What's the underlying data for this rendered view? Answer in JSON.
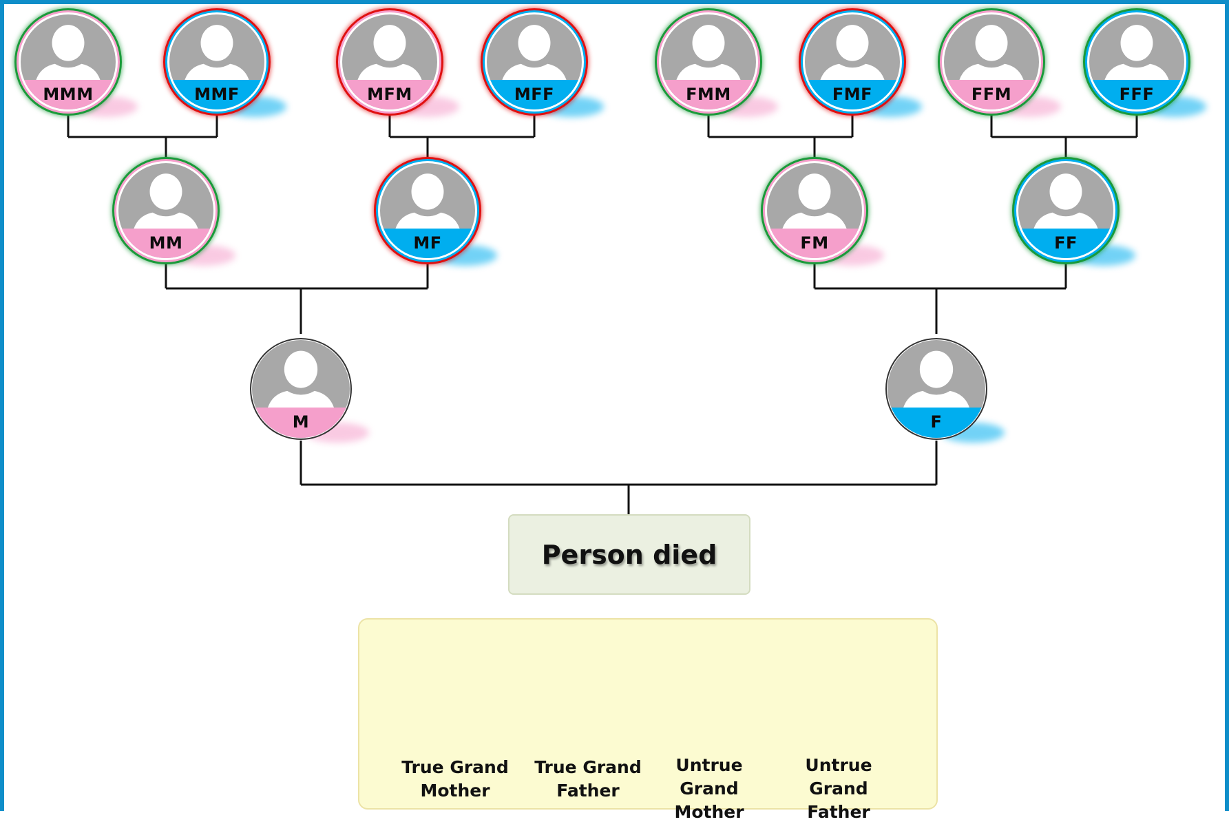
{
  "colors": {
    "frame": "#0f8ec9",
    "female_band": "#f59fcb",
    "male_band": "#00aeef",
    "true_ring": "#1a9a3a",
    "untrue_ring": "#e01010",
    "line": "#111111"
  },
  "tree": {
    "great_grandparents": [
      {
        "label": "MMM",
        "sex": "female",
        "status": "true"
      },
      {
        "label": "MMF",
        "sex": "male",
        "status": "untrue"
      },
      {
        "label": "MFM",
        "sex": "female",
        "status": "untrue"
      },
      {
        "label": "MFF",
        "sex": "male",
        "status": "untrue"
      },
      {
        "label": "FMM",
        "sex": "female",
        "status": "true"
      },
      {
        "label": "FMF",
        "sex": "male",
        "status": "untrue"
      },
      {
        "label": "FFM",
        "sex": "female",
        "status": "true"
      },
      {
        "label": "FFF",
        "sex": "male",
        "status": "true"
      }
    ],
    "grandparents": [
      {
        "label": "MM",
        "sex": "female",
        "status": "true"
      },
      {
        "label": "MF",
        "sex": "male",
        "status": "untrue"
      },
      {
        "label": "FM",
        "sex": "female",
        "status": "true"
      },
      {
        "label": "FF",
        "sex": "male",
        "status": "true"
      }
    ],
    "parents": [
      {
        "label": "M",
        "sex": "female",
        "status": "none"
      },
      {
        "label": "F",
        "sex": "male",
        "status": "none"
      }
    ]
  },
  "deceased": {
    "label": "Person died"
  },
  "legend": [
    {
      "line1": "True Grand",
      "line2": "Mother",
      "sex": "female",
      "status": "true"
    },
    {
      "line1": "True Grand",
      "line2": "Father",
      "sex": "male",
      "status": "true"
    },
    {
      "line1": "Untrue Grand",
      "line2": "Mother",
      "sex": "female",
      "status": "untrue"
    },
    {
      "line1": "Untrue Grand",
      "line2": "Father",
      "sex": "male",
      "status": "untrue"
    }
  ]
}
